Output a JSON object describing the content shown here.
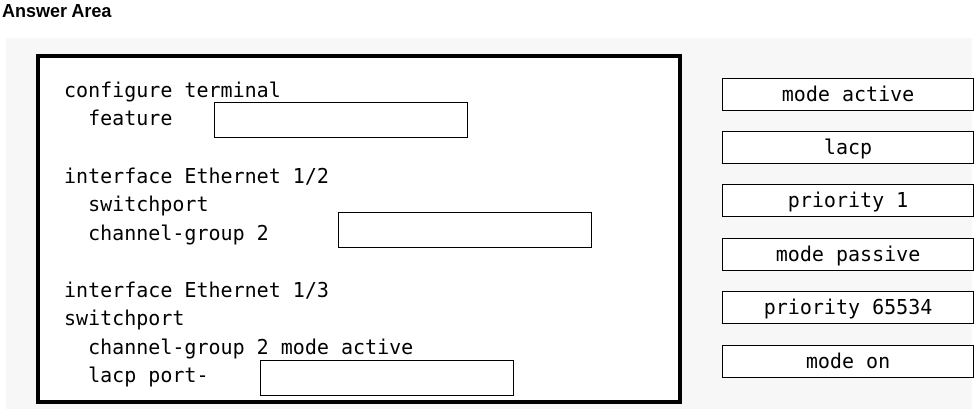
{
  "header": {
    "title": "Answer Area"
  },
  "code": {
    "line1": "configure terminal",
    "line2": "  feature",
    "line3": "interface Ethernet 1/2",
    "line4": "  switchport",
    "line5": "  channel-group 2",
    "line6": "interface Ethernet 1/3",
    "line7": "switchport",
    "line8": "  channel-group 2 mode active",
    "line9": "  lacp port-"
  },
  "options": [
    {
      "label": "mode active"
    },
    {
      "label": "lacp"
    },
    {
      "label": "priority 1"
    },
    {
      "label": "mode passive"
    },
    {
      "label": "priority 65534"
    },
    {
      "label": "mode on"
    }
  ]
}
